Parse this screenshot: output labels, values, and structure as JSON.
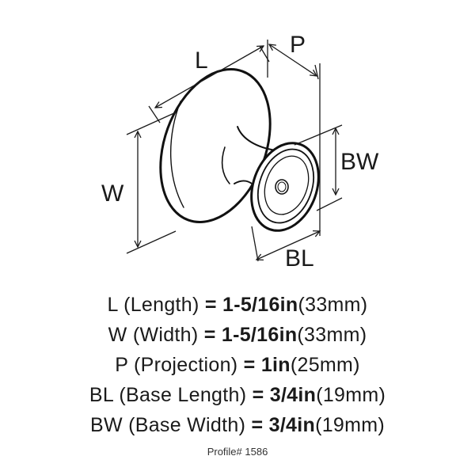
{
  "diagram": {
    "labels": {
      "length": "L",
      "projection": "P",
      "width": "W",
      "base_width": "BW",
      "base_length": "BL"
    }
  },
  "specs": [
    {
      "code": "L",
      "name": "(Length)",
      "eq": "=",
      "imperial": "1-5/16in",
      "metric": "(33mm)"
    },
    {
      "code": "W",
      "name": "(Width)",
      "eq": "=",
      "imperial": "1-5/16in",
      "metric": "(33mm)"
    },
    {
      "code": "P",
      "name": "(Projection)",
      "eq": "=",
      "imperial": "1in",
      "metric": "(25mm)"
    },
    {
      "code": "BL",
      "name": "(Base Length)",
      "eq": "=",
      "imperial": "3/4in",
      "metric": "(19mm)"
    },
    {
      "code": "BW",
      "name": "(Base Width)",
      "eq": "=",
      "imperial": "3/4in",
      "metric": "(19mm)"
    }
  ],
  "profile": "Profile# 1586"
}
